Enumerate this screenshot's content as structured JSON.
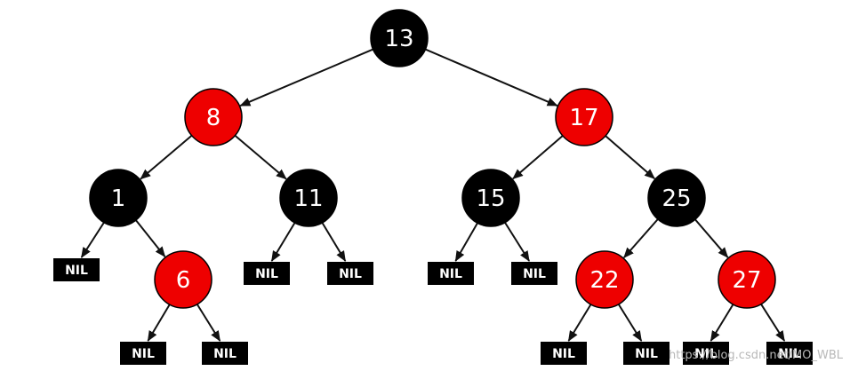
{
  "colors": {
    "red": "#ee0000",
    "black": "#000000",
    "node_text": "#ffffff",
    "edge": "#111111"
  },
  "nodes": [
    {
      "id": "n13",
      "label": "13",
      "color": "black"
    },
    {
      "id": "n8",
      "label": "8",
      "color": "red"
    },
    {
      "id": "n17",
      "label": "17",
      "color": "red"
    },
    {
      "id": "n1",
      "label": "1",
      "color": "black"
    },
    {
      "id": "n11",
      "label": "11",
      "color": "black"
    },
    {
      "id": "n15",
      "label": "15",
      "color": "black"
    },
    {
      "id": "n25",
      "label": "25",
      "color": "black"
    },
    {
      "id": "n6",
      "label": "6",
      "color": "red"
    },
    {
      "id": "n22",
      "label": "22",
      "color": "red"
    },
    {
      "id": "n27",
      "label": "27",
      "color": "red"
    }
  ],
  "nil_label": "NIL",
  "edges": [
    [
      "n13",
      "n8"
    ],
    [
      "n13",
      "n17"
    ],
    [
      "n8",
      "n1"
    ],
    [
      "n8",
      "n11"
    ],
    [
      "n17",
      "n15"
    ],
    [
      "n17",
      "n25"
    ],
    [
      "n1",
      "nil-1-left"
    ],
    [
      "n1",
      "n6"
    ],
    [
      "n11",
      "nil-11-left"
    ],
    [
      "n11",
      "nil-11-right"
    ],
    [
      "n15",
      "nil-15-left"
    ],
    [
      "n15",
      "nil-15-right"
    ],
    [
      "n25",
      "n22"
    ],
    [
      "n25",
      "n27"
    ],
    [
      "n6",
      "nil-6-left"
    ],
    [
      "n6",
      "nil-6-right"
    ],
    [
      "n22",
      "nil-22-left"
    ],
    [
      "n22",
      "nil-22-right"
    ],
    [
      "n27",
      "nil-27-left"
    ],
    [
      "n27",
      "nil-27-right"
    ]
  ],
  "watermark": "https://blog.csdn.net/MO_WBL"
}
